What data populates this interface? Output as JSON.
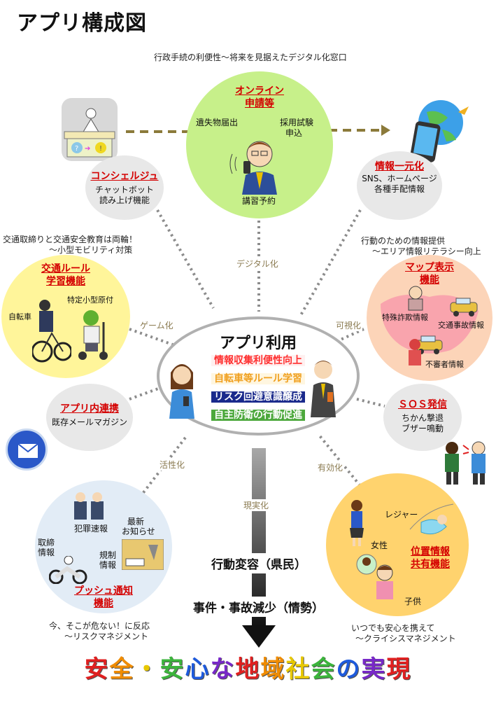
{
  "title": "アプリ構成図",
  "top_caption": "行政手続の利便性～将来を見据えたデジタル化窓口",
  "online": {
    "title_line1": "オンライン",
    "title_line2": "申請等",
    "item1": "遺失物届出",
    "item2a": "採用試験",
    "item2b": "申込",
    "item3": "講習予約"
  },
  "concierge": {
    "title": "コンシェルジュ",
    "line1": "チャットボット",
    "line2": "読み上げ機能"
  },
  "info": {
    "title": "情報一元化",
    "line1": "SNS、ホームページ",
    "line2": "各種手配情報"
  },
  "traffic_caption": {
    "line1": "交通取締りと交通安全教育は両輪！",
    "line2": "～小型モビリティ対策"
  },
  "traffic": {
    "title_line1": "交通ルール",
    "title_line2": "学習機能",
    "bicycle": "自転車",
    "moped": "特定小型原付"
  },
  "map_caption": {
    "line1": "行動のための情報提供",
    "line2": "～エリア情報リテラシー向上"
  },
  "map": {
    "title_line1": "マップ表示",
    "title_line2": "機能",
    "fraud": "特殊詐欺情報",
    "accident": "交通事故情報",
    "suspicious": "不審者情報"
  },
  "labels": {
    "digital": "デジタル化",
    "game": "ゲーム化",
    "visual": "可視化",
    "active": "活性化",
    "effective": "有効化",
    "real": "現実化"
  },
  "center": {
    "title": "アプリ利用",
    "line1": "情報収集利便性向上",
    "line2": "自転車等ルール学習",
    "line3": "リスク回避意識醸成",
    "line4": "自主防衛の行動促進"
  },
  "app_link": {
    "title": "アプリ内連携",
    "line1": "既存メールマガジン"
  },
  "sos": {
    "title": "ＳＯＳ発信",
    "line1": "ちかん撃退",
    "line2": "ブザー鳴動"
  },
  "push": {
    "title_line1": "プッシュ通知",
    "title_line2": "機能",
    "crime": "犯罪速報",
    "latest_a": "最新",
    "latest_b": "お知らせ",
    "enforce_a": "取締",
    "enforce_b": "情報",
    "regulate_a": "規制",
    "regulate_b": "情報"
  },
  "push_caption": {
    "line1": "今、そこが危ない！に反応",
    "line2": "～リスクマネジメント"
  },
  "location": {
    "title_line1": "位置情報",
    "title_line2": "共有機能",
    "leisure": "レジャー",
    "woman": "女性",
    "child": "子供"
  },
  "location_caption": {
    "line1": "いつでも安心を携えて",
    "line2": "～クライシスマネジメント"
  },
  "flow": {
    "step1": "行動変容（県民）",
    "step2": "事件・事故減少（情勢）"
  },
  "bottom_slogan": "安全・安心な地域社会の実現",
  "colors": {
    "online": "#c7f08a",
    "traffic": "#fff59a",
    "map": "#fcd4b8",
    "push": "#e2ecf6",
    "location": "#ffd36e",
    "gray_bubble": "#e8e8e8",
    "red": "#d40000",
    "connector": "#8c8c8c",
    "dashed_arrow": "#8b7a3a",
    "slogan_rainbow": [
      "#e02020",
      "#f08c00",
      "#e8c800",
      "#3cb43c",
      "#1e5adc",
      "#7828c8"
    ]
  }
}
